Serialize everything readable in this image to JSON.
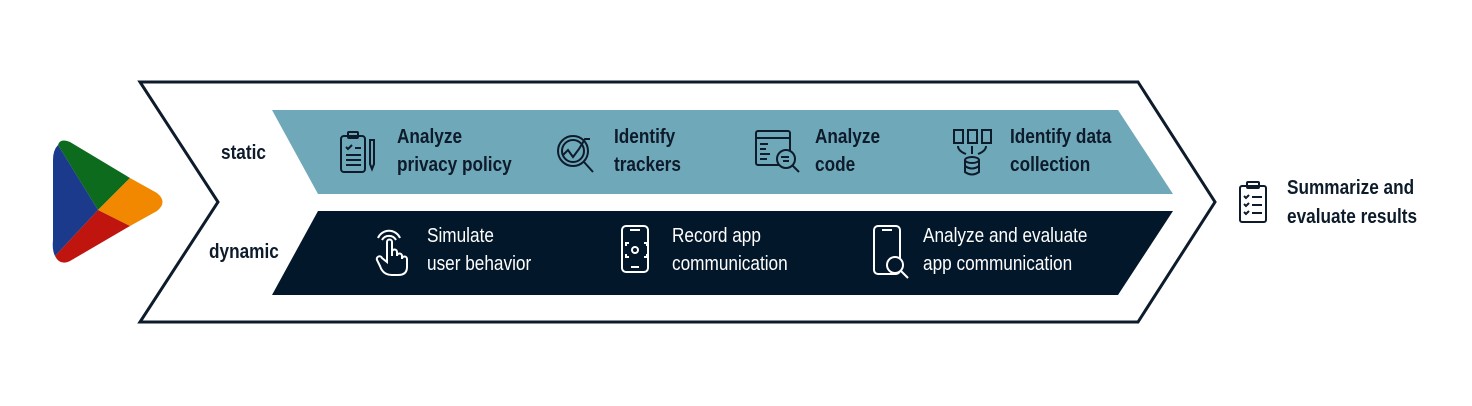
{
  "colors": {
    "outline": "#0d1b2a",
    "static_band": "#6fa8b9",
    "dynamic_band": "#03172b",
    "play_blue": "#1b3a8c",
    "play_green": "#0c6b1d",
    "play_orange": "#f28800",
    "play_red": "#c0140f"
  },
  "rows": {
    "static_label": "static",
    "dynamic_label": "dynamic"
  },
  "static_steps": [
    {
      "icon": "clipboard-pencil-icon",
      "line1": "Analyze",
      "line2": "privacy policy"
    },
    {
      "icon": "magnifier-graph-icon",
      "line1": "Identify",
      "line2": "trackers"
    },
    {
      "icon": "code-window-search-icon",
      "line1": "Analyze",
      "line2": "code"
    },
    {
      "icon": "files-to-database-icon",
      "line1": "Identify data",
      "line2": "collection"
    }
  ],
  "dynamic_steps": [
    {
      "icon": "touch-hand-icon",
      "line1": "Simulate",
      "line2": "user behavior"
    },
    {
      "icon": "phone-record-icon",
      "line1": "Record app",
      "line2": "communication"
    },
    {
      "icon": "phone-search-icon",
      "line1": "Analyze and evaluate",
      "line2": "app communication"
    }
  ],
  "result": {
    "icon": "checklist-icon",
    "line1": "Summarize and",
    "line2": "evaluate results"
  }
}
